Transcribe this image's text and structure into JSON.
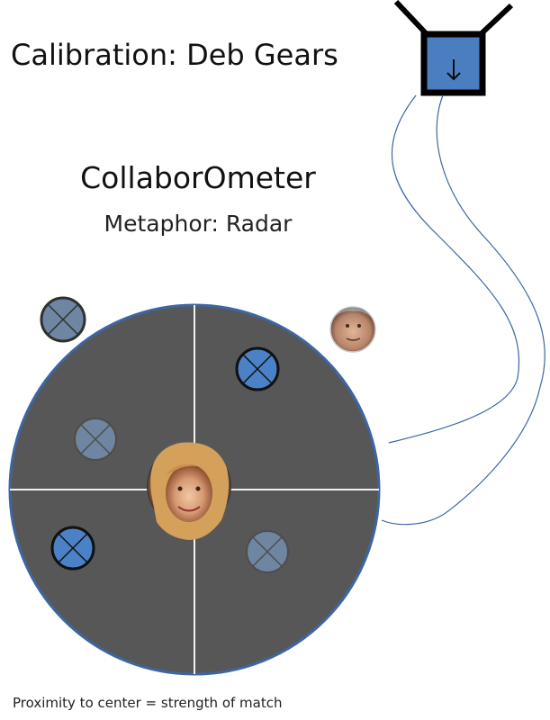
{
  "calibration": {
    "title": "Calibration: Deb Gears",
    "dropdown_icon": "arrow-down-icon"
  },
  "app": {
    "title": "CollaborOmeter",
    "subtitle": "Metaphor: Radar"
  },
  "caption": "Proximity to center = strength of match",
  "colors": {
    "radar_fill": "#575757",
    "radar_border": "#3d66a2",
    "marker_blue": "#4b82c7",
    "marker_gray": "#6f86a3",
    "crosshair": "#f2f2f2",
    "callout_line": "#3d66a2"
  },
  "radar": {
    "center_user": "deb-avatar",
    "matches": [
      {
        "id": "match-1",
        "style": "gray",
        "strength": "outside"
      },
      {
        "id": "match-2",
        "style": "blue",
        "strength": "near"
      },
      {
        "id": "match-3",
        "style": "gray",
        "strength": "near"
      },
      {
        "id": "match-4",
        "style": "blue",
        "strength": "near"
      },
      {
        "id": "match-5",
        "style": "gray",
        "strength": "near"
      },
      {
        "id": "match-6-photo",
        "style": "photo",
        "strength": "outside"
      }
    ]
  }
}
